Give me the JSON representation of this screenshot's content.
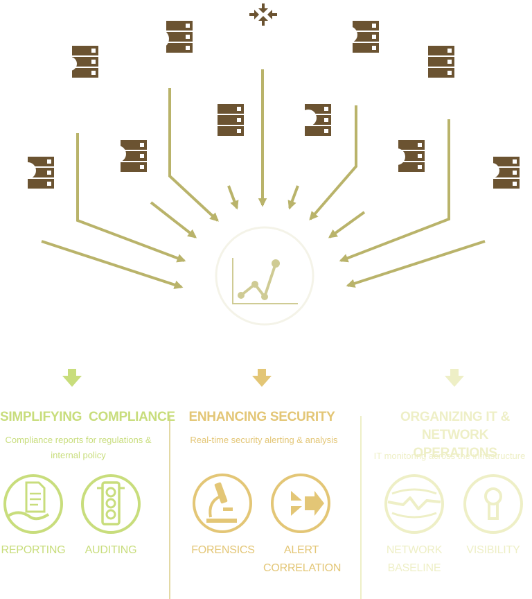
{
  "colors": {
    "server": "#6b5331",
    "arrow": "#b9b36a",
    "green": "#c8dd7c",
    "gold": "#e3c676",
    "pale": "#eeefc6",
    "hub": "#cfcb94"
  },
  "columns": [
    {
      "title": "SIMPLIFYING  COMPLIANCE",
      "subtitle": "Compliance reports for regulations & internal policy",
      "items": [
        "REPORTING",
        "AUDITING"
      ]
    },
    {
      "title": "ENHANCING SECURITY",
      "subtitle": "Real-time security alerting & analysis",
      "items": [
        "FORENSICS",
        "ALERT CORRELATION"
      ]
    },
    {
      "title": "ORGANIZING IT & NETWORK OPERATIONS",
      "subtitle": "IT monitoring across the infrastructure",
      "items": [
        "NETWORK BASELINE",
        "VISIBILITY"
      ]
    }
  ],
  "icons": {
    "top": "compress-arrows-icon",
    "hub": "analytics-chart-icon",
    "items": [
      "report-hand-icon",
      "traffic-light-icon",
      "microscope-icon",
      "correlation-arrows-icon",
      "network-wave-icon",
      "keyhole-icon"
    ]
  }
}
